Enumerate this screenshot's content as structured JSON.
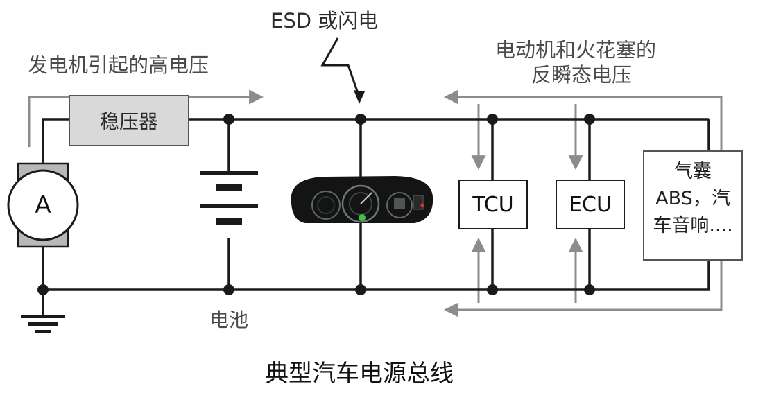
{
  "labels": {
    "esd": "ESD 或闪电",
    "generator": "发电机引起的高电压",
    "motor_line1": "电动机和火花塞的",
    "motor_line2": "反瞬态电压",
    "battery": "电池",
    "caption": "典型汽车电源总线"
  },
  "components": {
    "regulator": "稳压器",
    "alternator": "A",
    "tcu": "TCU",
    "ecu": "ECU",
    "airbag_line1": "气囊",
    "airbag_line2": "ABS，汽",
    "airbag_line3": "车音响...."
  },
  "colors": {
    "wire": "#1a1a1a",
    "arrow": "#8c8c8c",
    "regulator_fill": "#d9d9d9",
    "alternator_body": "#b8b8b8"
  }
}
